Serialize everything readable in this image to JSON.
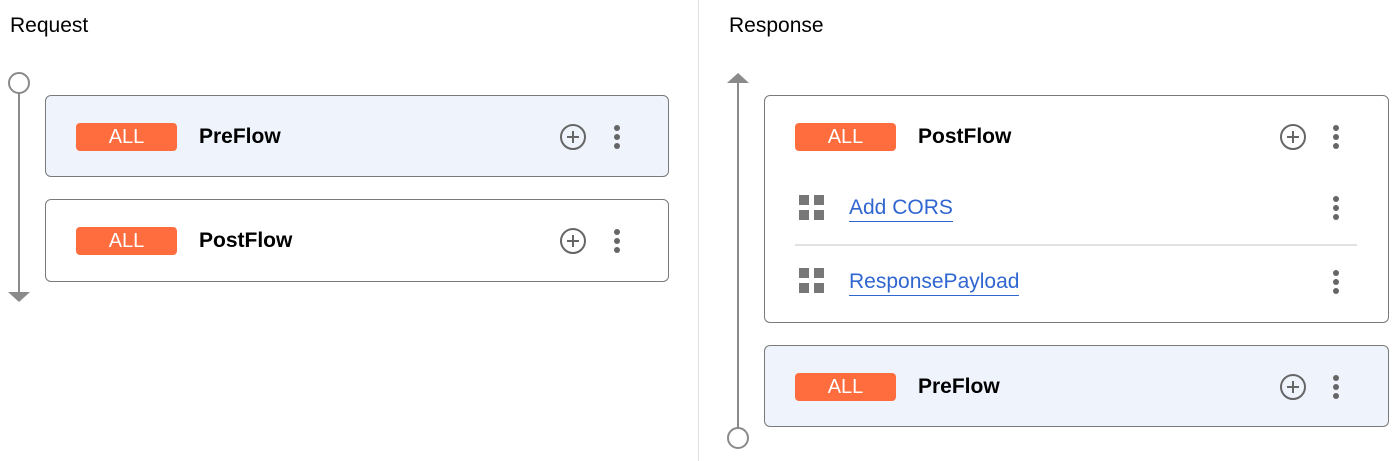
{
  "request": {
    "title": "Request",
    "flows": [
      {
        "badge": "ALL",
        "name": "PreFlow",
        "highlighted": true
      },
      {
        "badge": "ALL",
        "name": "PostFlow",
        "highlighted": false
      }
    ]
  },
  "response": {
    "title": "Response",
    "flows": [
      {
        "badge": "ALL",
        "name": "PostFlow",
        "highlighted": false,
        "policies": [
          {
            "name": "Add CORS"
          },
          {
            "name": "ResponsePayload"
          }
        ]
      },
      {
        "badge": "ALL",
        "name": "PreFlow",
        "highlighted": true
      }
    ]
  },
  "colors": {
    "badge": "#ff6d3f",
    "highlight": "#eef3fc",
    "link": "#2f66d0"
  }
}
